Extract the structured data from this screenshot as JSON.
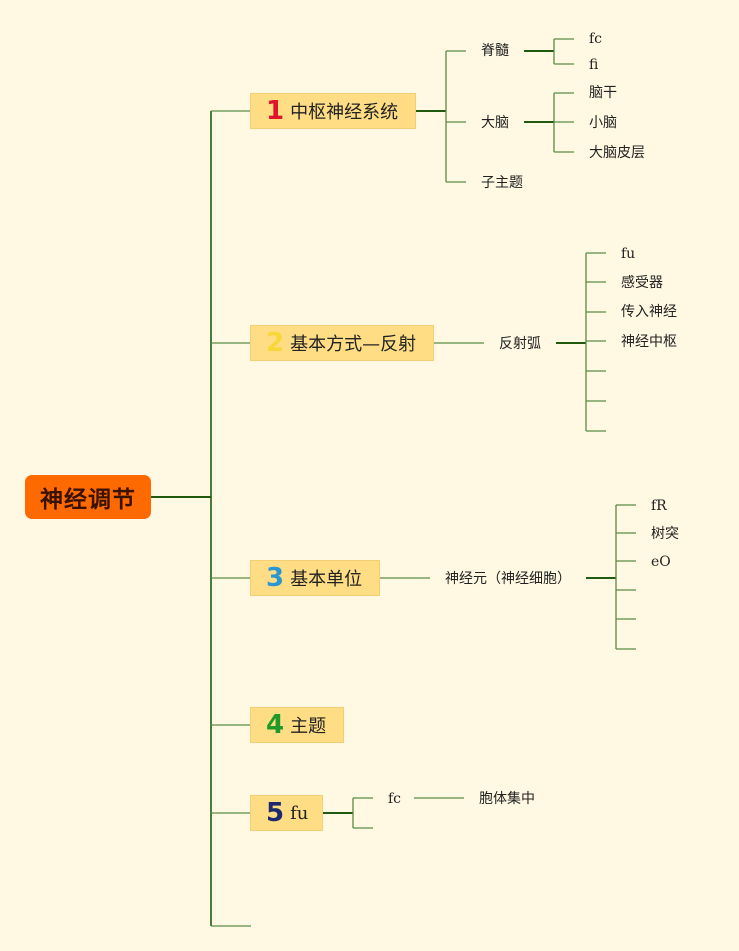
{
  "root": {
    "label": "神经调节"
  },
  "topics": [
    {
      "num": "1",
      "label": "中枢神经系统",
      "num_color": "#e0152b"
    },
    {
      "num": "2",
      "label": "基本方式—反射",
      "num_color": "#f8d838"
    },
    {
      "num": "3",
      "label": "基本单位",
      "num_color": "#2a96d2"
    },
    {
      "num": "4",
      "label": "主题",
      "num_color": "#1e9a2a"
    },
    {
      "num": "5",
      "label": "fu",
      "num_color": "#1e2a70"
    }
  ],
  "t1": {
    "a": {
      "label": "脊髓",
      "children": [
        "fc",
        "fi"
      ]
    },
    "b": {
      "label": "大脑",
      "children": [
        "脑干",
        "小脑",
        "大脑皮层"
      ]
    },
    "c": {
      "label": "子主题"
    }
  },
  "t2": {
    "label": "反射弧",
    "children": [
      "fu",
      "感受器",
      "传入神经",
      "神经中枢"
    ]
  },
  "t3": {
    "label": "神经元（神经细胞）",
    "children": [
      "fR",
      "树突",
      "eO"
    ]
  },
  "t5": {
    "label": "fc",
    "child": "胞体集中"
  },
  "colors": {
    "line": "#3f7a2a",
    "line_dark": "#1f5a10",
    "root_bg": "#ff6a00",
    "topic_bg": "#fedd84",
    "background": "#fff8e3"
  }
}
